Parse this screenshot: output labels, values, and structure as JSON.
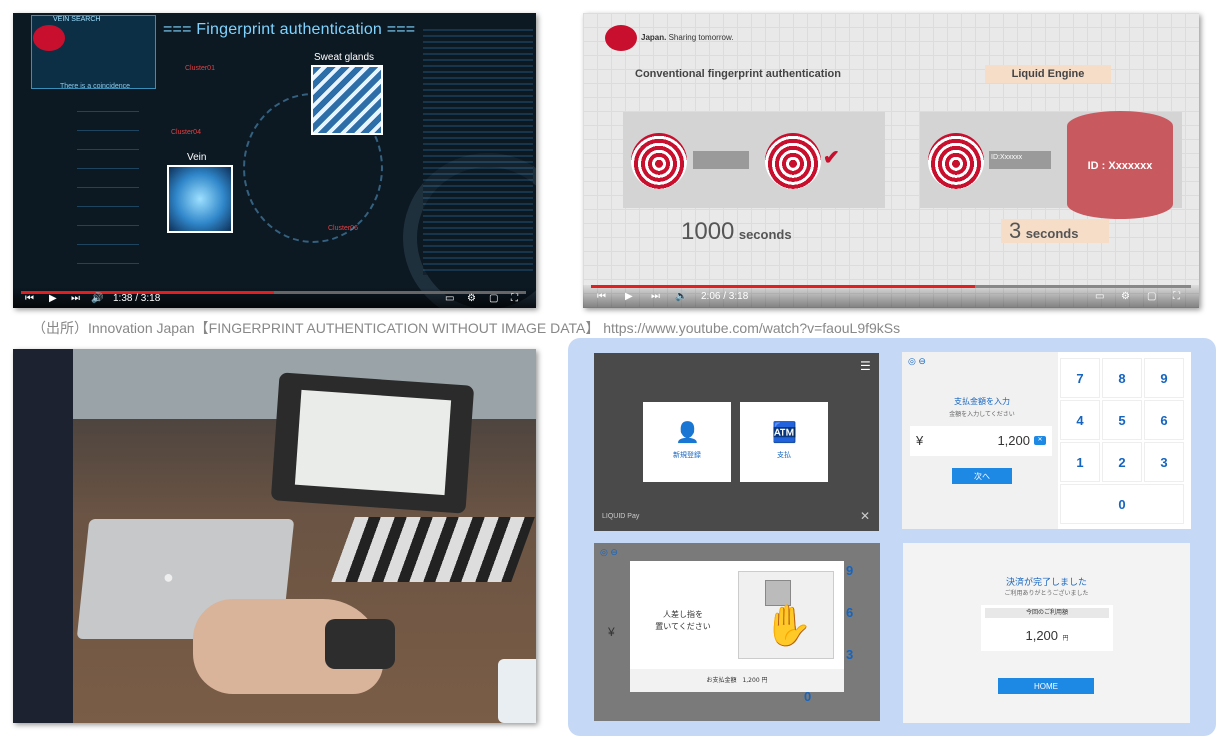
{
  "video1": {
    "title": "Fingerprint authentication",
    "vein_search": "VEIN SEARCH",
    "coincidence": "There is a coincidence",
    "cluster_01": "Cluster01",
    "cluster_04": "Cluster04",
    "cluster_06": "Cluster06",
    "sweat_glands": "Sweat glands",
    "vein": "Vein",
    "time": "1:38 / 3:18",
    "progress": 0.5
  },
  "video2": {
    "brand": "Japan.",
    "tagline": "Sharing tomorrow.",
    "left_heading": "Conventional fingerprint authentication",
    "right_heading": "Liquid Engine",
    "id_label": "ID:Xxxxxx",
    "db_label": "ID : Xxxxxxx",
    "left_time_value": "1000",
    "left_time_unit": "seconds",
    "right_time_value": "3",
    "right_time_unit": "seconds",
    "time": "2:06 / 3:18",
    "progress": 0.64
  },
  "source_caption": "（出所）Innovation Japan【FINGERPRINT AUTHENTICATION WITHOUT IMAGE DATA】 https://www.youtube.com/watch?v=faouL9f9kSs",
  "app": {
    "screen1": {
      "register_label": "新規登録",
      "pay_label": "支払",
      "logo": "LIQUID Pay"
    },
    "screen2": {
      "heading": "支払金額を入力",
      "sub": "金額を入力してください",
      "currency": "¥",
      "amount": "1,200",
      "next": "次へ",
      "keys": [
        "7",
        "8",
        "9",
        "4",
        "5",
        "6",
        "1",
        "2",
        "3",
        "0"
      ]
    },
    "screen3": {
      "prompt_line1": "人差し指を",
      "prompt_line2": "置いてください",
      "footer": "お支払金額　1,200 円",
      "currency": "¥",
      "side_keys": [
        "9",
        "6",
        "3",
        "0"
      ]
    },
    "screen4": {
      "heading": "決済が完了しました",
      "sub": "ご利用ありがとうございました",
      "amount_title": "今回のご利用額",
      "amount": "1,200",
      "unit": "円",
      "home": "HOME"
    }
  }
}
